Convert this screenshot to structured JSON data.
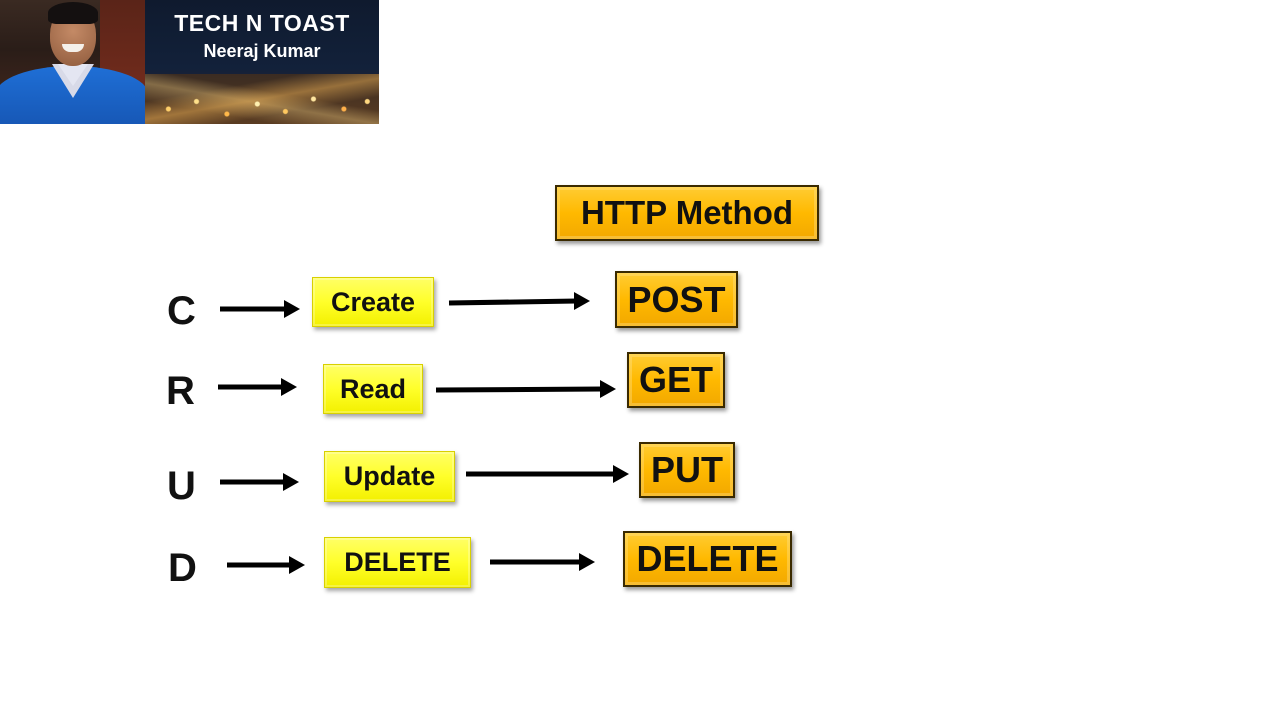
{
  "banner": {
    "channel_title": "TECH N TOAST",
    "author": "Neeraj Kumar"
  },
  "diagram": {
    "header": "HTTP Method",
    "rows": [
      {
        "letter": "C",
        "operation": "Create",
        "method": "POST"
      },
      {
        "letter": "R",
        "operation": "Read",
        "method": "GET"
      },
      {
        "letter": "U",
        "operation": "Update",
        "method": "PUT"
      },
      {
        "letter": "D",
        "operation": "DELETE",
        "method": "DELETE"
      }
    ]
  },
  "colors": {
    "operation_box": "#ffff33",
    "method_box": "#ffb900",
    "arrow": "#000000"
  }
}
